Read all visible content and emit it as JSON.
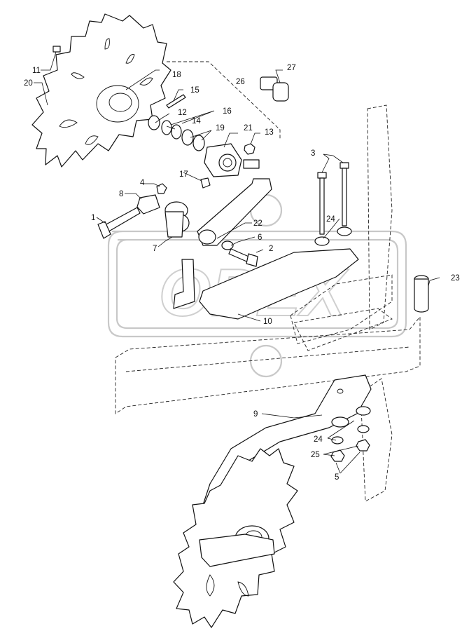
{
  "diagram": {
    "watermark_text": "OPEX",
    "callouts": [
      {
        "id": "c1",
        "text": "1"
      },
      {
        "id": "c2",
        "text": "2"
      },
      {
        "id": "c3",
        "text": "3"
      },
      {
        "id": "c4",
        "text": "4"
      },
      {
        "id": "c5",
        "text": "5"
      },
      {
        "id": "c6",
        "text": "6"
      },
      {
        "id": "c7",
        "text": "7"
      },
      {
        "id": "c8",
        "text": "8"
      },
      {
        "id": "c9",
        "text": "9"
      },
      {
        "id": "c10",
        "text": "10"
      },
      {
        "id": "c11",
        "text": "11"
      },
      {
        "id": "c12",
        "text": "12"
      },
      {
        "id": "c13",
        "text": "13"
      },
      {
        "id": "c14",
        "text": "14"
      },
      {
        "id": "c15",
        "text": "15"
      },
      {
        "id": "c16",
        "text": "16"
      },
      {
        "id": "c17",
        "text": "17"
      },
      {
        "id": "c18",
        "text": "18"
      },
      {
        "id": "c19",
        "text": "19"
      },
      {
        "id": "c20",
        "text": "20"
      },
      {
        "id": "c21",
        "text": "21"
      },
      {
        "id": "c22",
        "text": "22"
      },
      {
        "id": "c23",
        "text": "23"
      },
      {
        "id": "c24a",
        "text": "24"
      },
      {
        "id": "c24b",
        "text": "24"
      },
      {
        "id": "c25",
        "text": "25"
      },
      {
        "id": "c26",
        "text": "26"
      },
      {
        "id": "c27",
        "text": "27"
      }
    ]
  }
}
